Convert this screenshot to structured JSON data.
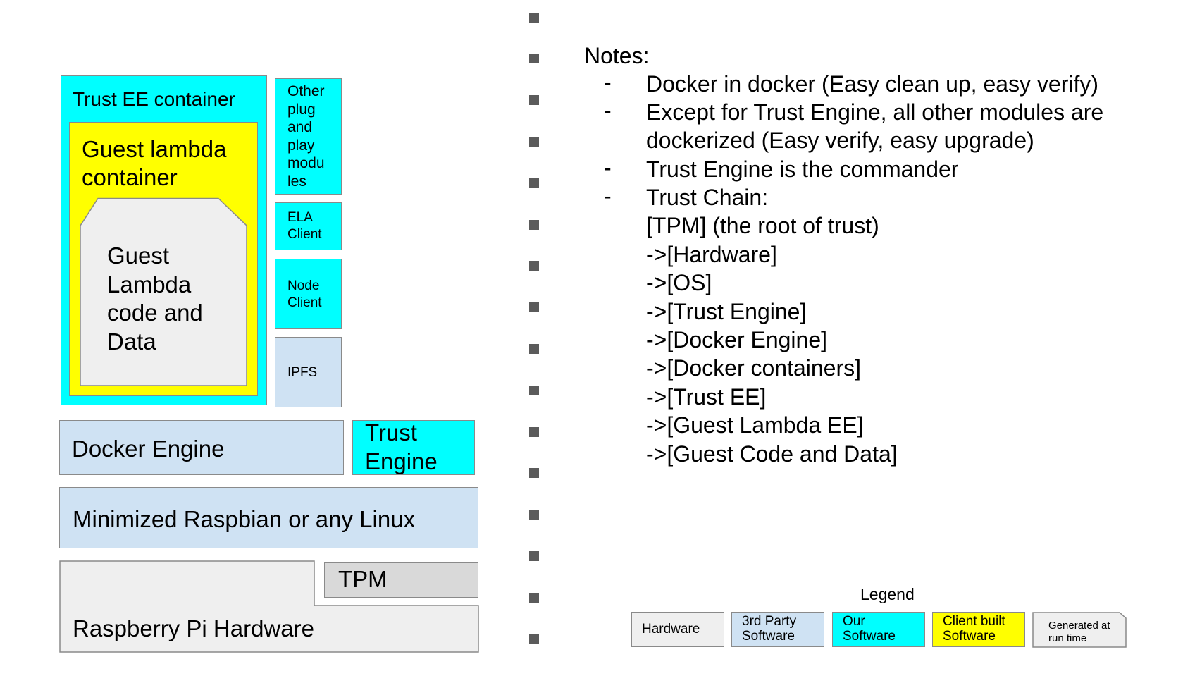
{
  "diagram": {
    "trust_ee_container": "Trust EE container",
    "guest_lambda_container": "Guest lambda\ncontainer",
    "guest_code": "Guest\nLambda\ncode and\nData",
    "other_modules": "Other\nplug\nand\nplay\nmodu\nles",
    "ela_client": "ELA\nClient",
    "node_client": "Node\nClient",
    "ipfs": "IPFS",
    "docker_engine": "Docker Engine",
    "trust_engine": "Trust\nEngine",
    "os": "Minimized Raspbian or any Linux",
    "tpm": "TPM",
    "hardware": "Raspberry Pi Hardware"
  },
  "notes": {
    "title": "Notes:",
    "bullets": [
      "Docker in docker (Easy clean up, easy verify)",
      "Except for Trust Engine, all other modules are\ndockerized (Easy verify, easy upgrade)",
      "Trust Engine is the commander",
      "Trust Chain:"
    ],
    "dash": "-",
    "chain": [
      "[TPM] (the root of trust)",
      "->[Hardware]",
      "->[OS]",
      "->[Trust Engine]",
      "->[Docker Engine]",
      "->[Docker containers]",
      "->[Trust EE]",
      "->[Guest Lambda EE]",
      "->[Guest Code and Data]"
    ]
  },
  "legend": {
    "title": "Legend",
    "items": [
      {
        "label": "Hardware",
        "color": "#efefef"
      },
      {
        "label": "3rd Party\nSoftware",
        "color": "#cfe2f3"
      },
      {
        "label": "Our\nSoftware",
        "color": "#00ffff"
      },
      {
        "label": "Client built\nSoftware",
        "color": "#ffff00"
      },
      {
        "label": "Generated at\nrun time",
        "color": "#efefef"
      }
    ]
  },
  "colors": {
    "hardware": "#efefef",
    "third_party": "#cfe2f3",
    "ours": "#00ffff",
    "client": "#ffff00",
    "tpm": "#d9d9d9"
  }
}
